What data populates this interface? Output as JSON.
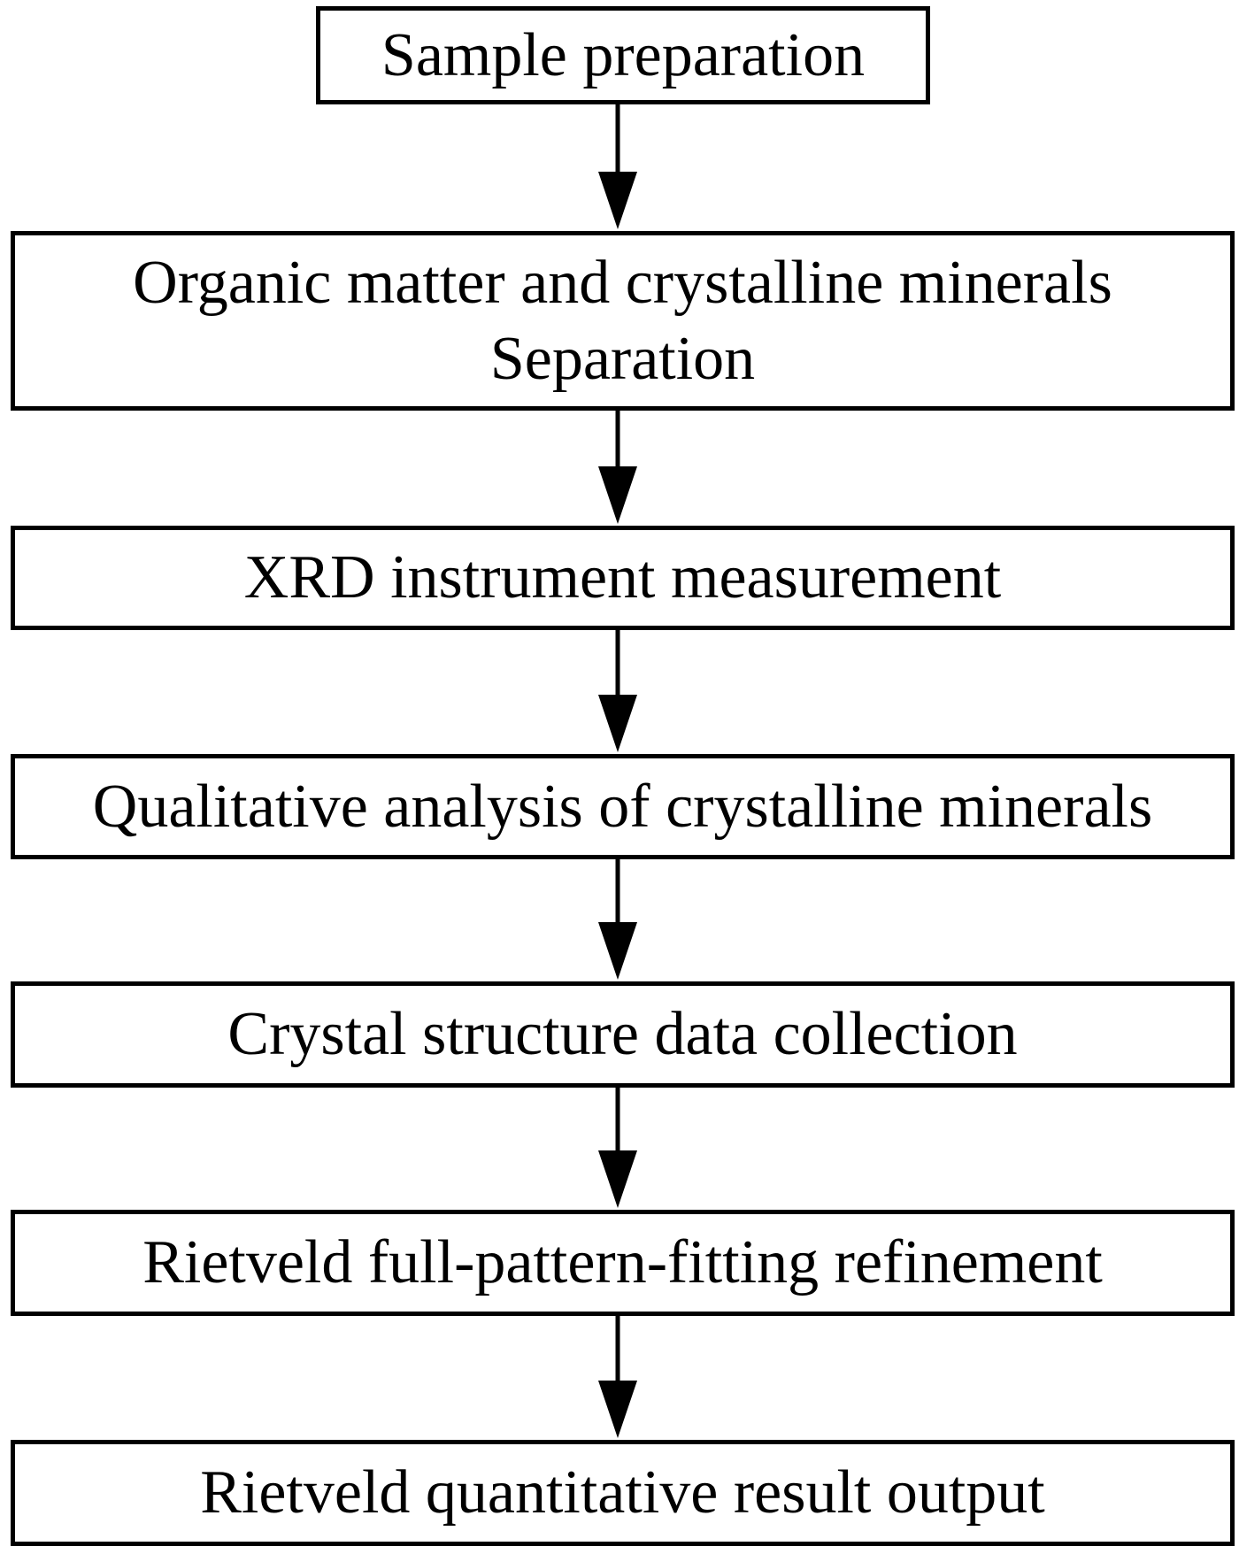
{
  "flowchart": {
    "steps": [
      {
        "lines": [
          "Sample preparation"
        ]
      },
      {
        "lines": [
          "Organic matter and crystalline minerals",
          "Separation"
        ]
      },
      {
        "lines": [
          "XRD instrument measurement"
        ]
      },
      {
        "lines": [
          "Qualitative analysis of crystalline minerals"
        ]
      },
      {
        "lines": [
          "Crystal structure data collection"
        ]
      },
      {
        "lines": [
          "Rietveld full-pattern-fitting refinement"
        ]
      },
      {
        "lines": [
          "Rietveld quantitative result output"
        ]
      }
    ],
    "colors": {
      "stroke": "#000000",
      "background": "#ffffff"
    }
  }
}
